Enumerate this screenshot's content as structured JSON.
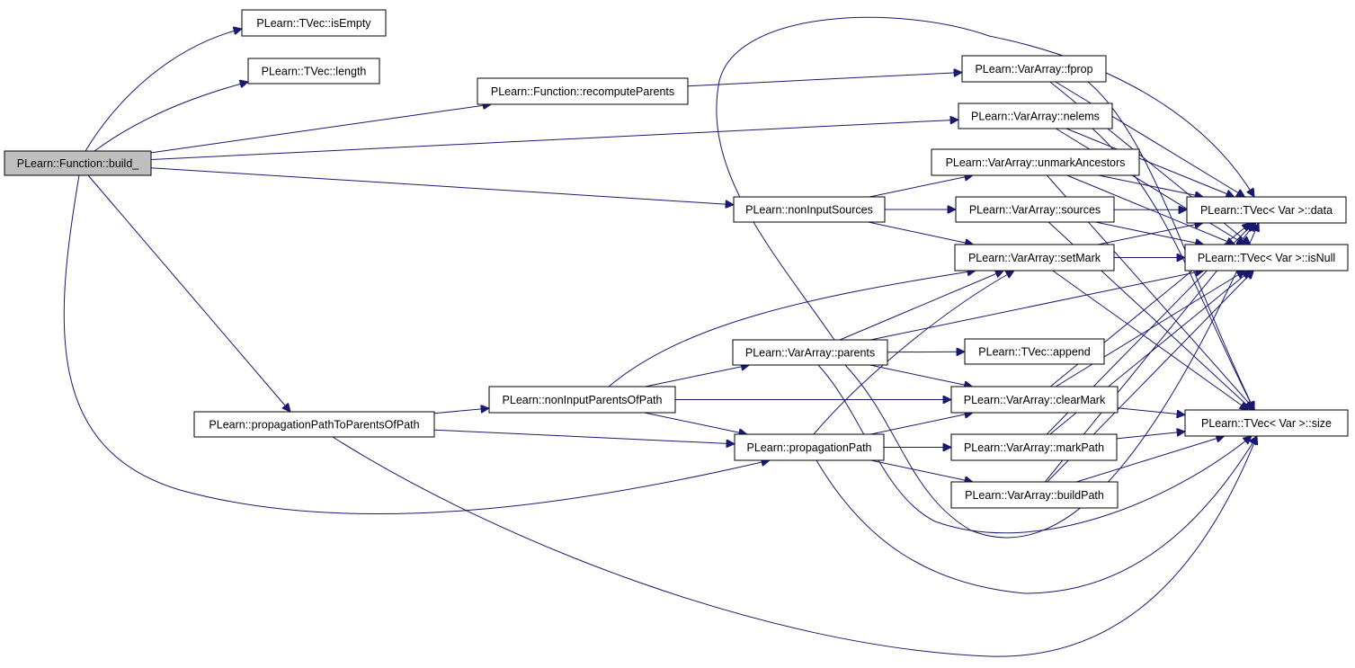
{
  "graph": {
    "edge_color": "#191970",
    "root_fill": "#bfbfbf",
    "node_fill": "#ffffff",
    "nodes": [
      {
        "id": "build",
        "label": "PLearn::Function::build_",
        "root": true
      },
      {
        "id": "isEmpty",
        "label": "PLearn::TVec::isEmpty"
      },
      {
        "id": "length",
        "label": "PLearn::TVec::length"
      },
      {
        "id": "recomputeParents",
        "label": "PLearn::Function::recomputeParents"
      },
      {
        "id": "fprop",
        "label": "PLearn::VarArray::fprop"
      },
      {
        "id": "nelems",
        "label": "PLearn::VarArray::nelems"
      },
      {
        "id": "unmarkAncestors",
        "label": "PLearn::VarArray::unmarkAncestors"
      },
      {
        "id": "nonInputSources",
        "label": "PLearn::nonInputSources"
      },
      {
        "id": "sources",
        "label": "PLearn::VarArray::sources"
      },
      {
        "id": "setMark",
        "label": "PLearn::VarArray::setMark"
      },
      {
        "id": "data",
        "label": "PLearn::TVec< Var >::data"
      },
      {
        "id": "isNull",
        "label": "PLearn::TVec< Var >::isNull"
      },
      {
        "id": "parents",
        "label": "PLearn::VarArray::parents"
      },
      {
        "id": "append",
        "label": "PLearn::TVec::append"
      },
      {
        "id": "nonInputParentsOfPath",
        "label": "PLearn::nonInputParentsOfPath"
      },
      {
        "id": "clearMark",
        "label": "PLearn::VarArray::clearMark"
      },
      {
        "id": "propagationPathToParentsOfPath",
        "label": "PLearn::propagationPathToParentsOfPath"
      },
      {
        "id": "propagationPath",
        "label": "PLearn::propagationPath"
      },
      {
        "id": "markPath",
        "label": "PLearn::VarArray::markPath"
      },
      {
        "id": "size",
        "label": "PLearn::TVec< Var >::size"
      },
      {
        "id": "buildPath",
        "label": "PLearn::VarArray::buildPath"
      }
    ],
    "edges": [
      [
        "build",
        "isEmpty"
      ],
      [
        "build",
        "length"
      ],
      [
        "build",
        "recomputeParents"
      ],
      [
        "build",
        "nelems"
      ],
      [
        "build",
        "nonInputSources"
      ],
      [
        "build",
        "propagationPathToParentsOfPath"
      ],
      [
        "build",
        "propagationPath"
      ],
      [
        "recomputeParents",
        "fprop"
      ],
      [
        "fprop",
        "data"
      ],
      [
        "fprop",
        "isNull"
      ],
      [
        "fprop",
        "size"
      ],
      [
        "nelems",
        "data"
      ],
      [
        "nelems",
        "isNull"
      ],
      [
        "nelems",
        "size"
      ],
      [
        "unmarkAncestors",
        "data"
      ],
      [
        "unmarkAncestors",
        "isNull"
      ],
      [
        "unmarkAncestors",
        "size"
      ],
      [
        "nonInputSources",
        "unmarkAncestors"
      ],
      [
        "nonInputSources",
        "sources"
      ],
      [
        "nonInputSources",
        "setMark"
      ],
      [
        "sources",
        "data"
      ],
      [
        "sources",
        "isNull"
      ],
      [
        "sources",
        "size"
      ],
      [
        "setMark",
        "data"
      ],
      [
        "setMark",
        "isNull"
      ],
      [
        "setMark",
        "size"
      ],
      [
        "parents",
        "fprop"
      ],
      [
        "parents",
        "setMark"
      ],
      [
        "parents",
        "isNull"
      ],
      [
        "parents",
        "append"
      ],
      [
        "parents",
        "clearMark"
      ],
      [
        "parents",
        "size"
      ],
      [
        "parents",
        "data"
      ],
      [
        "nonInputParentsOfPath",
        "setMark"
      ],
      [
        "nonInputParentsOfPath",
        "parents"
      ],
      [
        "nonInputParentsOfPath",
        "clearMark"
      ],
      [
        "nonInputParentsOfPath",
        "propagationPath"
      ],
      [
        "clearMark",
        "data"
      ],
      [
        "clearMark",
        "isNull"
      ],
      [
        "clearMark",
        "size"
      ],
      [
        "propagationPathToParentsOfPath",
        "nonInputParentsOfPath"
      ],
      [
        "propagationPathToParentsOfPath",
        "propagationPath"
      ],
      [
        "propagationPathToParentsOfPath",
        "size"
      ],
      [
        "propagationPath",
        "setMark"
      ],
      [
        "propagationPath",
        "clearMark"
      ],
      [
        "propagationPath",
        "markPath"
      ],
      [
        "propagationPath",
        "buildPath"
      ],
      [
        "propagationPath",
        "size"
      ],
      [
        "markPath",
        "data"
      ],
      [
        "markPath",
        "isNull"
      ],
      [
        "markPath",
        "size"
      ],
      [
        "buildPath",
        "data"
      ],
      [
        "buildPath",
        "isNull"
      ],
      [
        "buildPath",
        "size"
      ]
    ]
  }
}
